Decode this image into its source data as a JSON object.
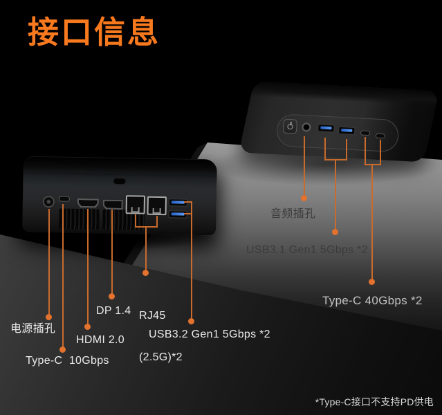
{
  "title": "接口信息",
  "footnote": "*Type-C接口不支持PD供电",
  "colors": {
    "accent_orange": "#F8791E",
    "callout_line": "#C96B2C",
    "callout_dot": "#E2722E",
    "label_light": "#EAEAEA",
    "label_dark": "#3B3B3B",
    "usb_blue": "#3575E3"
  },
  "callouts": {
    "power_jack": {
      "label": "电源插孔"
    },
    "typec_10": {
      "label": "Type-C  10Gbps"
    },
    "hdmi": {
      "label": "HDMI 2.0"
    },
    "dp": {
      "label": "DP 1.4"
    },
    "rj45": {
      "label_line1": "RJ45",
      "label_line2": "(2.5G)*2"
    },
    "usb32": {
      "label": "USB3.2 Gen1 5Gbps *2"
    },
    "audio_jack": {
      "label": "音频插孔"
    },
    "usb31": {
      "label": "USB3.1 Gen1 5Gbps *2"
    },
    "typec_40": {
      "label": "Type-C 40Gbps *2"
    }
  },
  "ports": {
    "rear_device": [
      "dc-power-port",
      "usb-c-port",
      "hdmi-port",
      "displayport-port",
      "rj45-port",
      "rj45-port",
      "usb-a-port",
      "usb-a-port",
      "kensington-lock-slot",
      "vent-grille"
    ],
    "front_device": [
      "power-button",
      "audio-jack-port",
      "usb-a-port",
      "usb-a-port",
      "usb-c-port",
      "usb-c-port"
    ]
  }
}
